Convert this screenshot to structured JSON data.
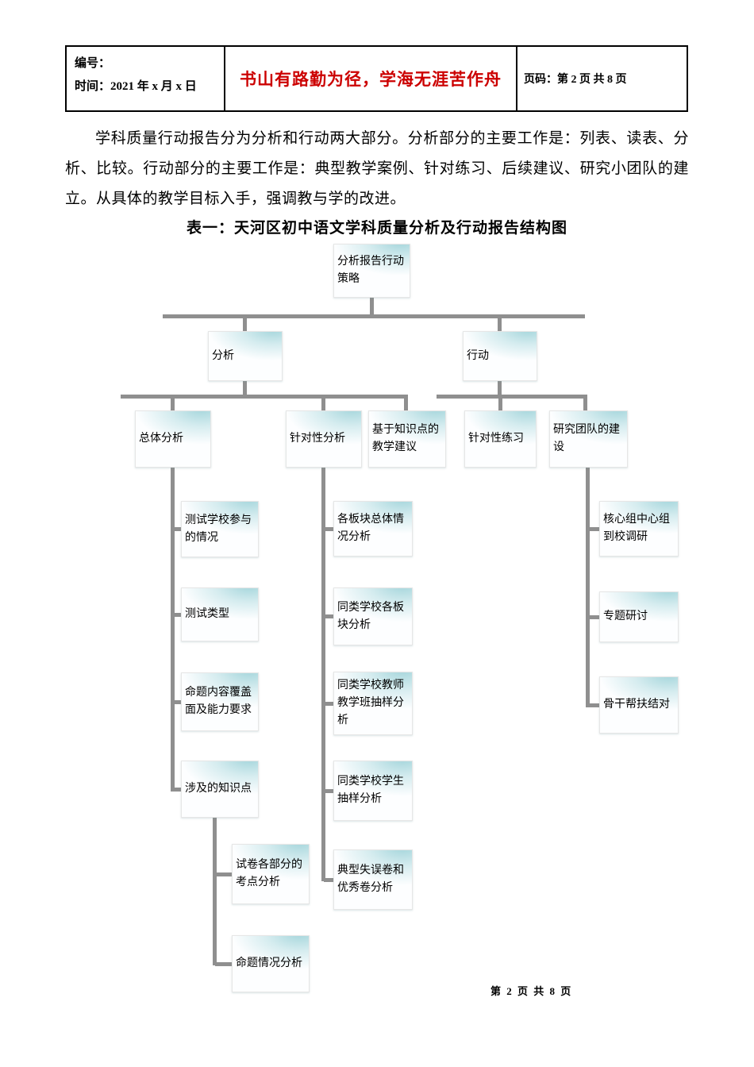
{
  "header": {
    "number_line": "编号：",
    "date_line": "时间：2021 年 x 月 x 日",
    "motto": "书山有路勤为径，学海无涯苦作舟",
    "page_line": "页码：第 2 页  共 8 页"
  },
  "body": {
    "paragraph": "学科质量行动报告分为分析和行动两大部分。分析部分的主要工作是：列表、读表、分析、比较。行动部分的主要工作是：典型教学案例、针对练习、后续建议、研究小团队的建立。从具体的教学目标入手，强调教与学的改进。",
    "chart_title": "表一：天河区初中语文学科质量分析及行动报告结构图"
  },
  "chart": {
    "root": "分析报告行动策略",
    "analysis": "分析",
    "action": "行动",
    "overall": "总体分析",
    "targeted_analysis": "针对性分析",
    "knowledge_advice": "基于知识点的教学建议",
    "targeted_practice": "针对性练习",
    "research_team": "研究团队的建设",
    "overall_children": {
      "school_participation": "测试学校参与的情况",
      "test_type": "测试类型",
      "content_coverage": "命题内容覆盖面及能力要求",
      "knowledge_points": "涉及的知识点",
      "exam_points_analysis": "试卷各部分的考点分析",
      "proposition_analysis": "命题情况分析"
    },
    "targeted_children": {
      "block_overall": "各板块总体情况分析",
      "similar_school_blocks": "同类学校各板块分析",
      "teacher_class_sampling": "同类学校教师教学班抽样分析",
      "student_sampling": "同类学校学生抽样分析",
      "typical_papers": "典型失误卷和优秀卷分析"
    },
    "team_children": {
      "core_group_research": "核心组中心组到校调研",
      "special_seminar": "专题研讨",
      "backbone_pairing": "骨干帮扶结对"
    }
  },
  "footer": {
    "page_text": "第 2 页 共 8 页"
  }
}
